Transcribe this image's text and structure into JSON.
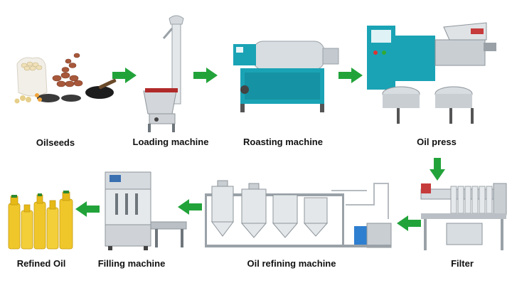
{
  "theme": {
    "arrow_color": "#22a33a",
    "machine_teal": "#1aa3b5",
    "steel": "#c9ced3",
    "oil": "#e8c21a"
  },
  "steps": {
    "oilseeds": {
      "label": "Oilseeds"
    },
    "loading": {
      "label": "Loading machine"
    },
    "roasting": {
      "label": "Roasting machine"
    },
    "oil_press": {
      "label": "Oil press"
    },
    "filter": {
      "label": "Filter"
    },
    "refining": {
      "label": "Oil refining machine"
    },
    "filling": {
      "label": "Filling machine"
    },
    "refined_oil": {
      "label": "Refined Oil"
    }
  },
  "arrows": [
    {
      "name": "arrow-oilseeds-to-loading",
      "direction": "right"
    },
    {
      "name": "arrow-loading-to-roasting",
      "direction": "right"
    },
    {
      "name": "arrow-roasting-to-press",
      "direction": "right"
    },
    {
      "name": "arrow-press-to-filter",
      "direction": "down"
    },
    {
      "name": "arrow-filter-to-refining",
      "direction": "left"
    },
    {
      "name": "arrow-refining-to-filling",
      "direction": "left"
    },
    {
      "name": "arrow-filling-to-refined-oil",
      "direction": "left"
    }
  ]
}
